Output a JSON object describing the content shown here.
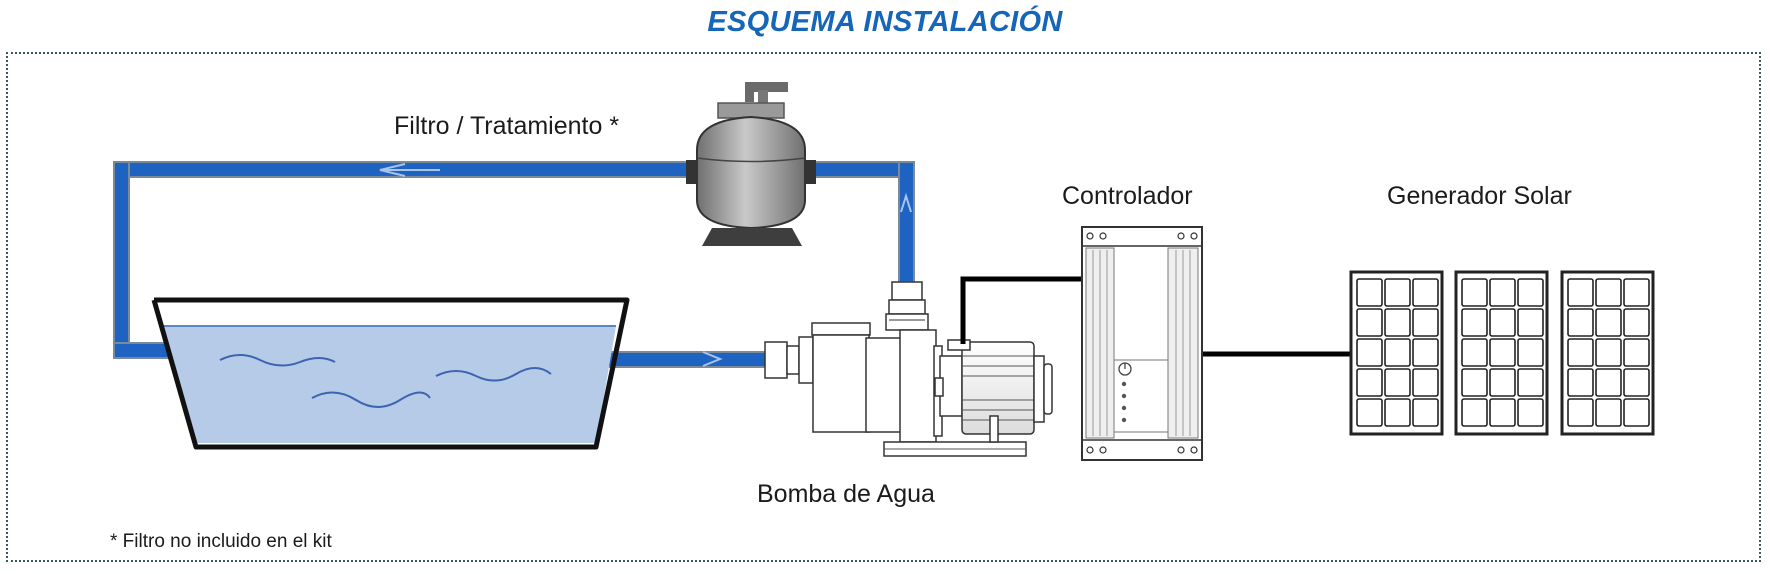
{
  "title": "ESQUEMA INSTALACIÓN",
  "labels": {
    "filter": "Filtro / Tratamiento *",
    "controller": "Controlador",
    "solar": "Generador Solar",
    "pump": "Bomba de Agua"
  },
  "footnote": "* Filtro no incluido en el kit",
  "colors": {
    "title": "#1565b8",
    "pipe": "#1f63c2",
    "water": "#b6cbe7",
    "frame": "#37595f"
  }
}
